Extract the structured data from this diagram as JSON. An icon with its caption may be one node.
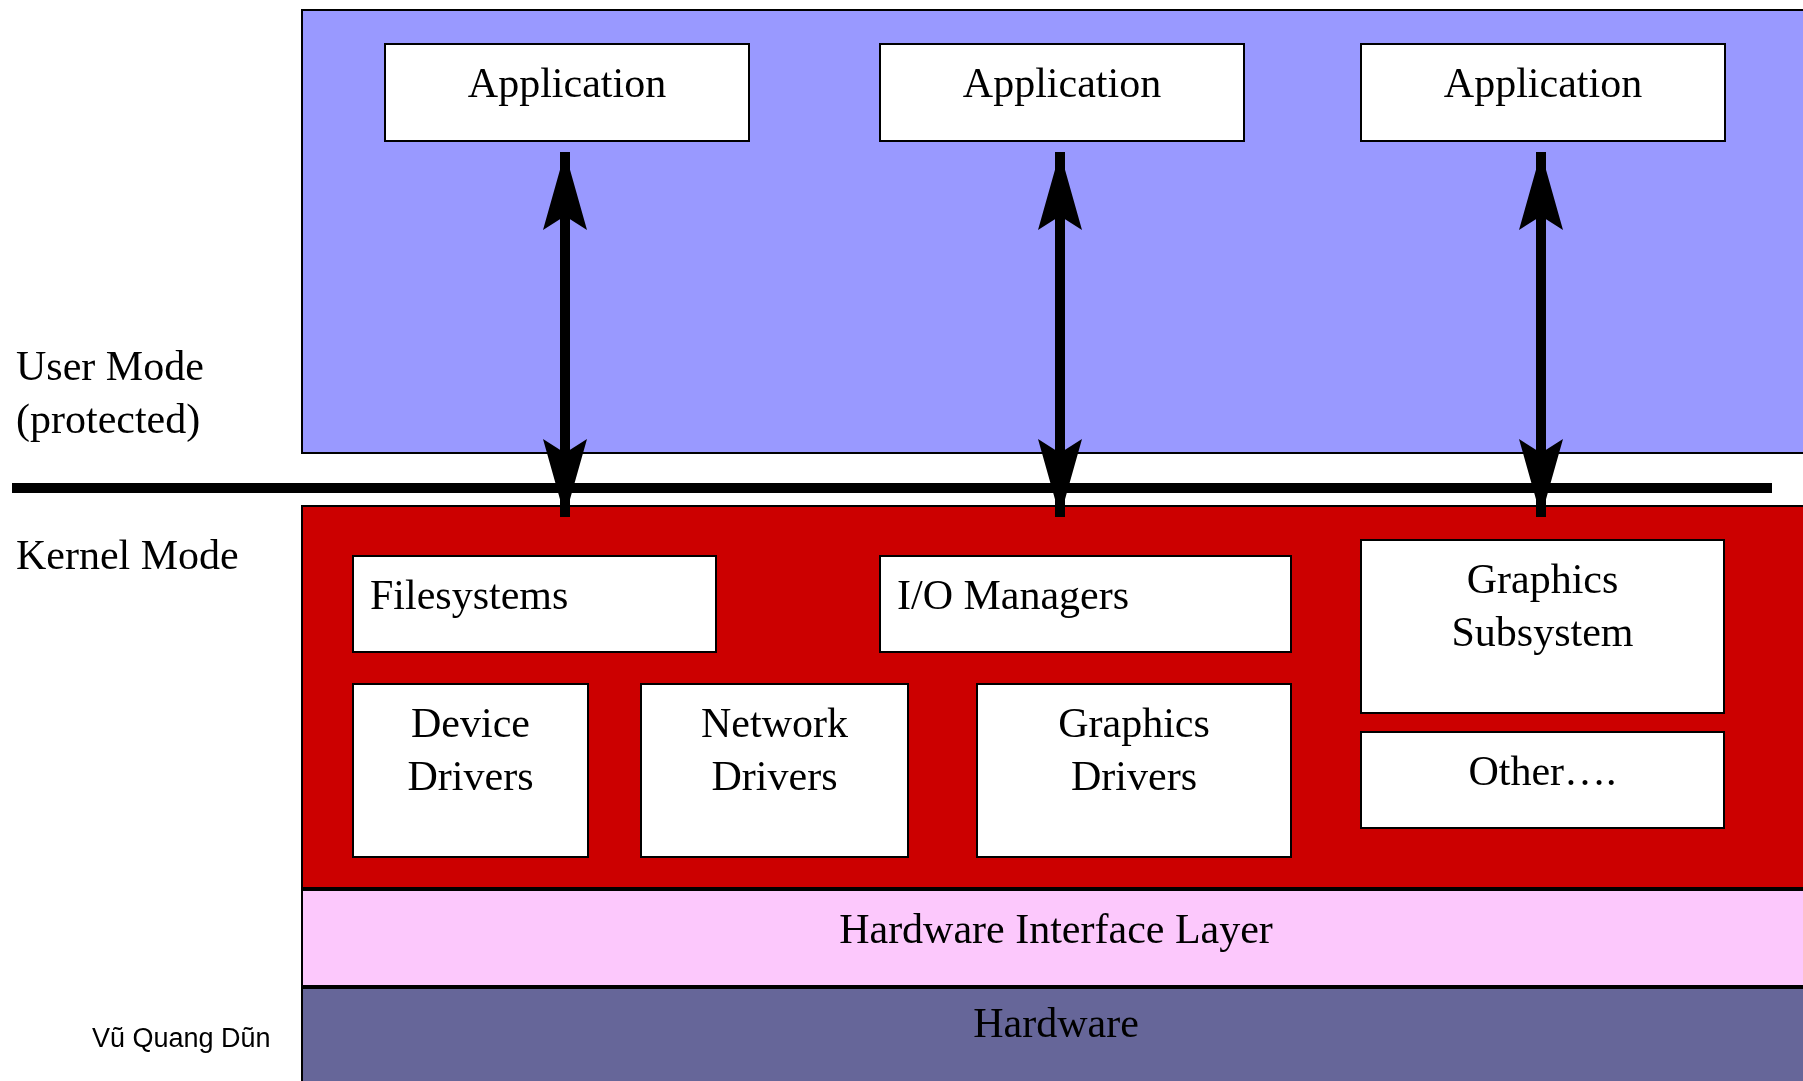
{
  "diagram": {
    "nodes": [
      {
        "text": [
          "User Mode (protected)"
        ]
      },
      {
        "text": [
          "Application"
        ],
        "in": 0
      },
      {
        "text": [
          "Application"
        ],
        "in": 0
      },
      {
        "text": [
          "Application"
        ],
        "in": 0
      },
      {
        "text": [
          "Kernel Mode"
        ]
      },
      {
        "text": [
          "Filesystems"
        ],
        "in": 4
      },
      {
        "text": [
          "I/O Managers"
        ],
        "in": 4
      },
      {
        "text": [
          "Graphics Subsystem"
        ],
        "in": 4
      },
      {
        "text": [
          "Device Drivers"
        ],
        "in": 4
      },
      {
        "text": [
          "Network Drivers"
        ],
        "in": 4
      },
      {
        "text": [
          "Graphics Drivers"
        ],
        "in": 4
      },
      {
        "text": [
          "Other…."
        ],
        "in": 4
      },
      {
        "text": [
          "Hardware Interface Layer"
        ]
      },
      {
        "text": [
          "Hardware"
        ]
      }
    ],
    "edges": [
      {
        "from": 1,
        "to": 4,
        "arrow": "both"
      },
      {
        "from": 2,
        "to": 4,
        "arrow": "both"
      },
      {
        "from": 3,
        "to": 4,
        "arrow": "both"
      }
    ],
    "labels": [
      "Vũ Quang Dũn"
    ]
  }
}
